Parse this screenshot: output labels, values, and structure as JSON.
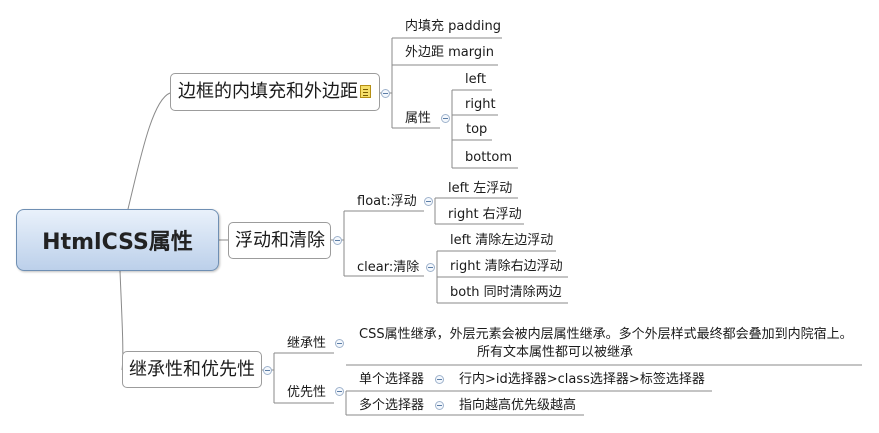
{
  "root": {
    "label": "HtmlCSS属性"
  },
  "box_model": {
    "label": "边框的内填充和外边距",
    "padding": "内填充 padding",
    "margin": "外边距 margin",
    "props": {
      "label": "属性",
      "left": "left",
      "right": "right",
      "top": "top",
      "bottom": "bottom"
    }
  },
  "float": {
    "label": "浮动和清除",
    "float_group": {
      "label": "float:浮动",
      "left": "left 左浮动",
      "right": "right 右浮动"
    },
    "clear_group": {
      "label": "clear:清除",
      "left": "left 清除左边浮动",
      "right": "right 清除右边浮动",
      "both": "both 同时清除两边"
    }
  },
  "inherit": {
    "label": "继承性和优先性",
    "inheritance": {
      "label": "继承性",
      "line1": "CSS属性继承，外层元素会被内层属性继承。多个外层样式最终都会叠加到内院宿上。",
      "line2": "所有文本属性都可以被继承"
    },
    "priority": {
      "label": "优先性",
      "single": {
        "label": "单个选择器",
        "value": "行内>id选择器>class选择器>标签选择器"
      },
      "multi": {
        "label": "多个选择器",
        "value": "指向越高优先级越高"
      }
    }
  }
}
